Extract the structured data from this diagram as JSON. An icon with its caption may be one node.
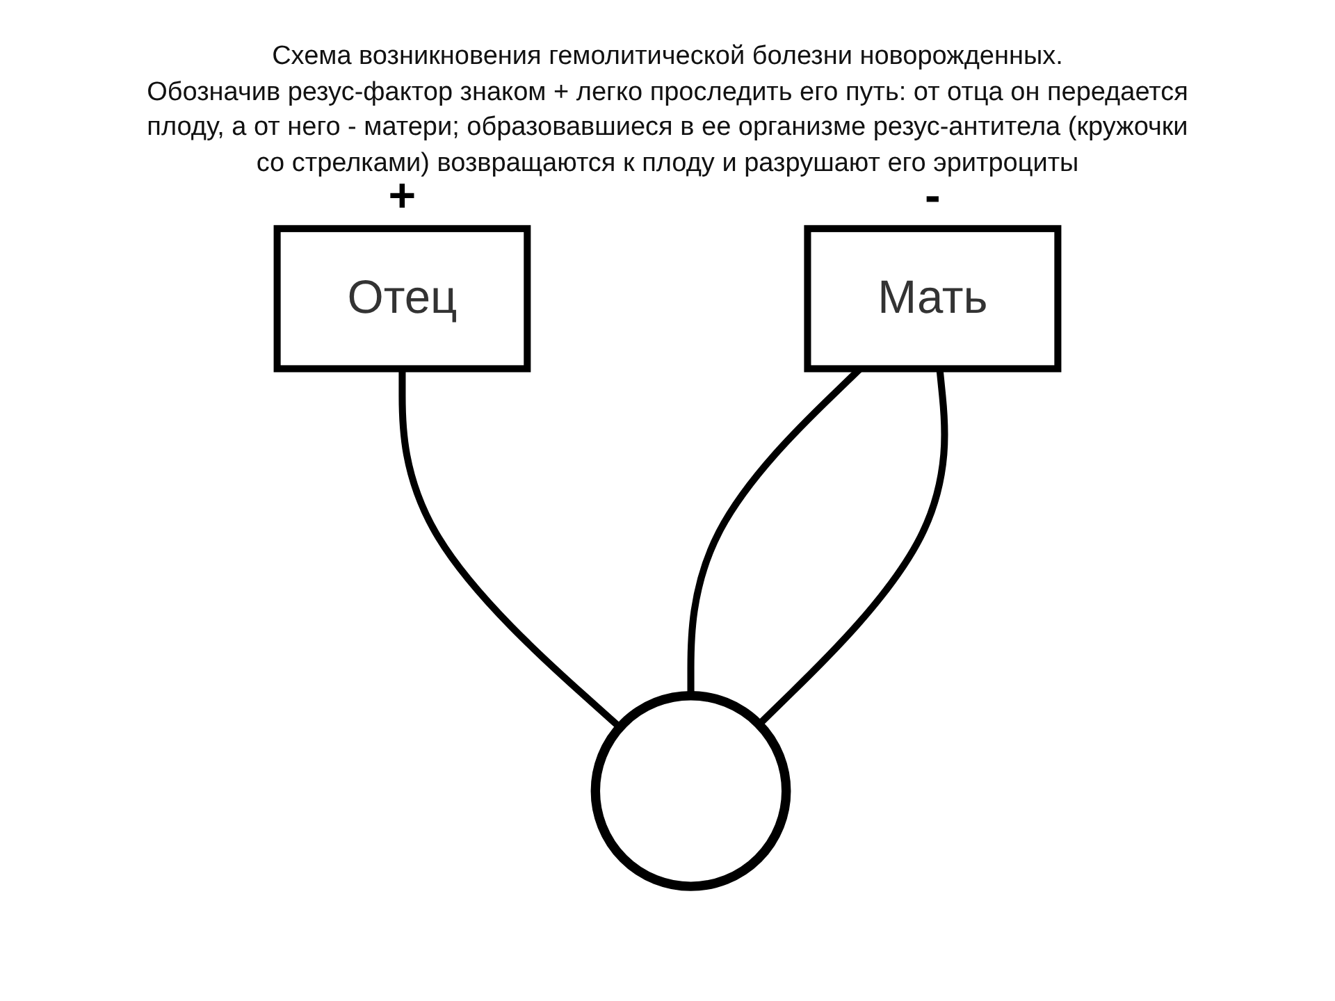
{
  "diagram": {
    "title": "Схема возникновения гемолитической болезни новорожденных.",
    "caption": "Обозначив резус-фактор знаком + легко проследить его путь: от отца он передается плоду, а от него - матери; образовавшиеся в ее организме резус-антитела (кружочки со стрелками) возвращаются к плоду и разрушают его эритроциты",
    "nodes": [
      {
        "text": [
          "Отец"
        ],
        "beside": [
          "+"
        ]
      },
      {
        "text": [
          "Мать"
        ],
        "beside": [
          "-"
        ]
      },
      {
        "text": [],
        "shape": "circle"
      }
    ],
    "edges": [
      {
        "from": 0,
        "to": 2,
        "arrow": "none"
      },
      {
        "from": 2,
        "to": 1,
        "arrow": "none"
      },
      {
        "from": 1,
        "to": 2,
        "arrow": "none"
      }
    ]
  }
}
